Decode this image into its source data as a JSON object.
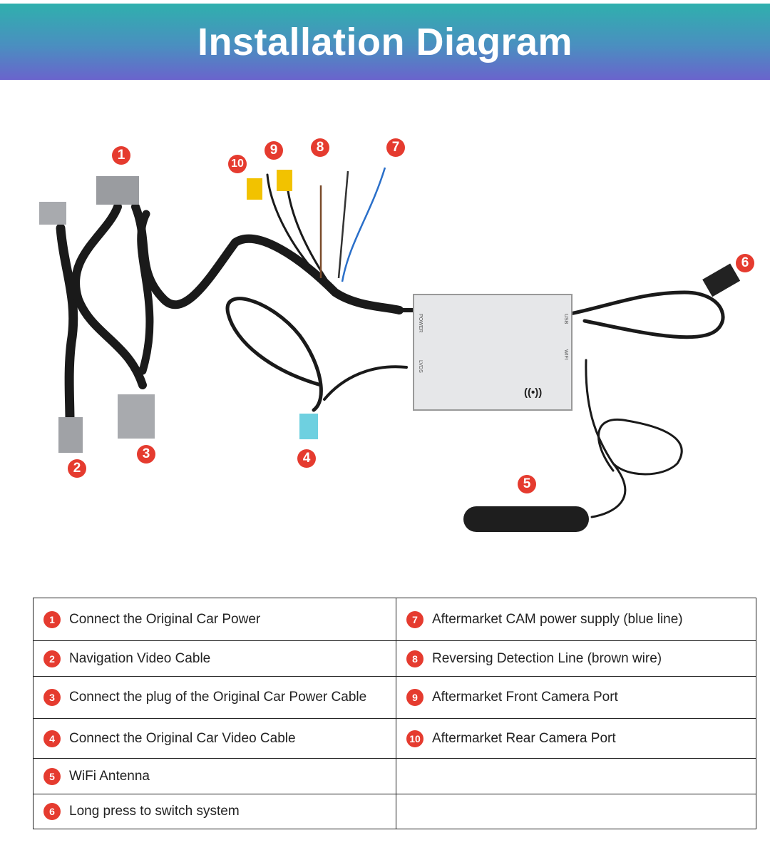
{
  "header": {
    "title": "Installation Diagram"
  },
  "module": {
    "ports": [
      "POWER",
      "LVDS",
      "USB",
      "WIFI"
    ],
    "wifi_symbol": "((•))"
  },
  "callouts": [
    "1",
    "2",
    "3",
    "4",
    "5",
    "6",
    "7",
    "8",
    "9",
    "10"
  ],
  "legend": {
    "left": [
      {
        "num": "1",
        "text": "Connect the Original Car Power"
      },
      {
        "num": "2",
        "text": "Navigation Video Cable"
      },
      {
        "num": "3",
        "text": "Connect the plug of the Original Car Power Cable"
      },
      {
        "num": "4",
        "text": "Connect the Original Car Video Cable"
      },
      {
        "num": "5",
        "text": "WiFi Antenna"
      },
      {
        "num": "6",
        "text": "Long press to switch system"
      }
    ],
    "right": [
      {
        "num": "7",
        "text": "Aftermarket CAM power supply (blue line)"
      },
      {
        "num": "8",
        "text": "Reversing Detection Line (brown wire)"
      },
      {
        "num": "9",
        "text": "Aftermarket Front Camera Port"
      },
      {
        "num": "10",
        "text": "Aftermarket Rear Camera Port"
      }
    ]
  },
  "colors": {
    "accent": "#e53b2f",
    "header_top": "#2fb0ad",
    "header_bottom": "#6a64cc"
  }
}
